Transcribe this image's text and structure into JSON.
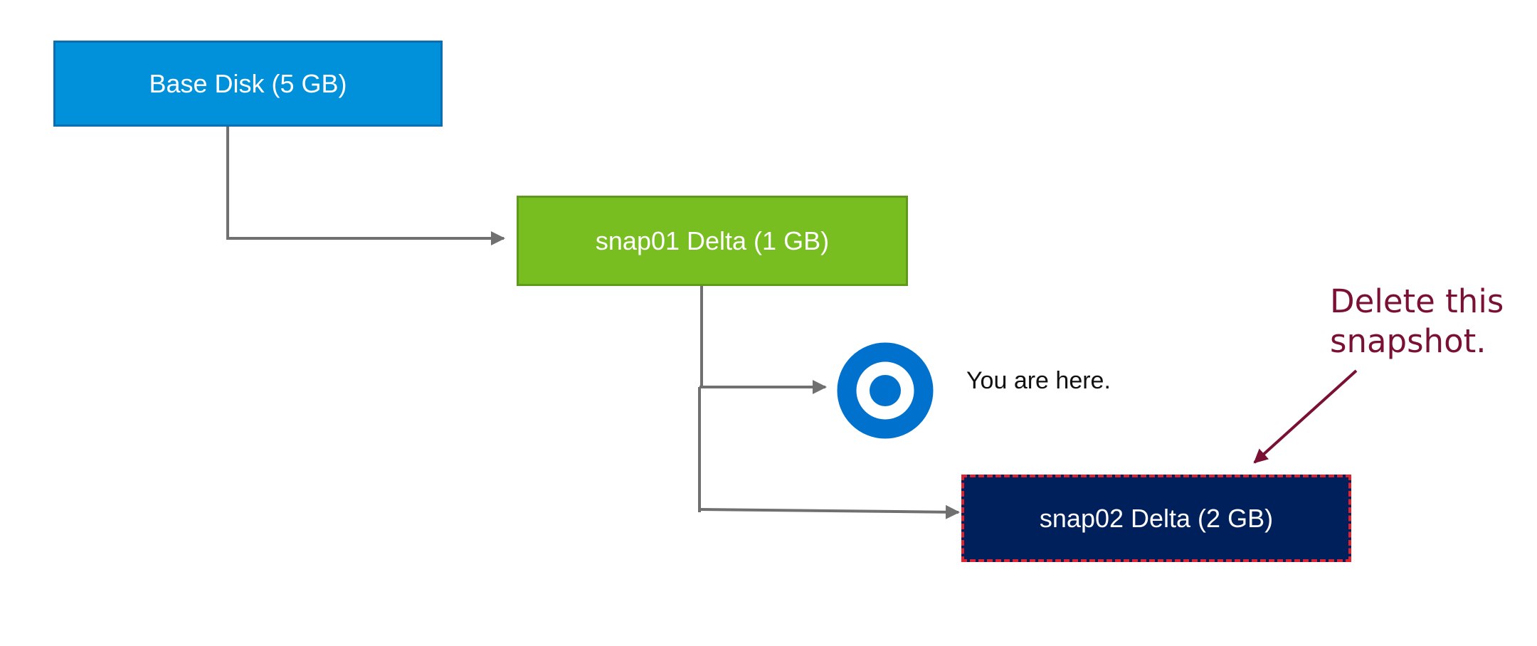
{
  "nodes": {
    "base_disk": {
      "label": "Base Disk (5 GB)",
      "fill": "#0091da"
    },
    "snap01": {
      "label": "snap01 Delta (1 GB)",
      "fill": "#78be20"
    },
    "snap02": {
      "label": "snap02 Delta (2 GB)",
      "fill": "#00205b",
      "border": "#e0212e"
    }
  },
  "current_position": {
    "label": "You are here.",
    "icon": "target-icon",
    "color": "#0072ce"
  },
  "annotation": {
    "line1": "Delete this",
    "line2": "snapshot.",
    "color": "#7b1035"
  },
  "connector_color": "#707070"
}
